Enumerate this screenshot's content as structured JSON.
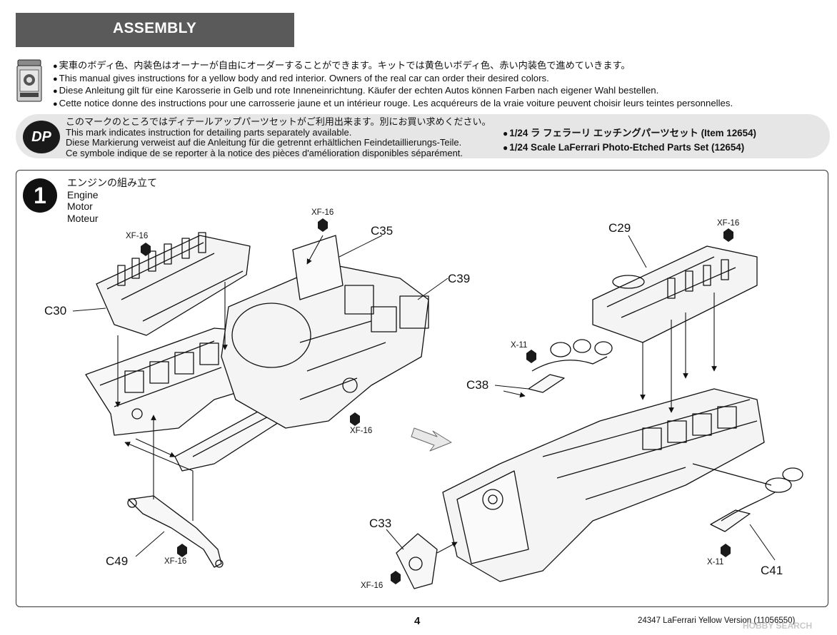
{
  "header": {
    "title": "ASSEMBLY"
  },
  "notes": {
    "lines": [
      "実車のボディ色、内装色はオーナーが自由にオーダーすることができます。キットでは黄色いボディ色、赤い内装色で進めていきます。",
      "This manual gives instructions for a yellow body and red interior. Owners of the real car can order their desired colors.",
      "Diese Anleitung gilt für eine Karosserie in Gelb und rote Inneneinrichtung. Käufer der echten Autos können Farben nach eigener Wahl bestellen.",
      "Cette notice donne des instructions pour une carrosserie jaune et un intérieur rouge. Les acquéreurs de la vraie voiture peuvent choisir leurs teintes personnelles."
    ]
  },
  "dp": {
    "badge": "DP",
    "lines": [
      "このマークのところではディテールアップパーツセットがご利用出来ます。別にお買い求めください。",
      "This mark indicates instruction for detailing parts separately available.",
      "Diese Markierung verweist auf die Anleitung für die getrennt erhältlichen Feindetaillierungs-Teile.",
      "Ce symbole indique de se reporter à la notice des pièces d'amélioration disponibles séparément."
    ],
    "sets": [
      "1/24 ラ フェラーリ エッチングパーツセット (Item 12654)",
      "1/24 Scale LaFerrari Photo-Etched Parts Set (12654)"
    ]
  },
  "step": {
    "number": "1",
    "title_jp": "エンジンの組み立て",
    "title_en": "Engine",
    "title_de": "Motor",
    "title_fr": "Moteur"
  },
  "parts": {
    "c30": "C30",
    "c35": "C35",
    "c39": "C39",
    "c49": "C49",
    "c29": "C29",
    "c38": "C38",
    "c33": "C33",
    "c41": "C41"
  },
  "paints": {
    "xf16": "XF-16",
    "x11": "X-11"
  },
  "footer": {
    "page": "4",
    "code": "24347  LaFerrari Yellow Version (11056550)",
    "watermark": "HOBBY SEARCH"
  }
}
